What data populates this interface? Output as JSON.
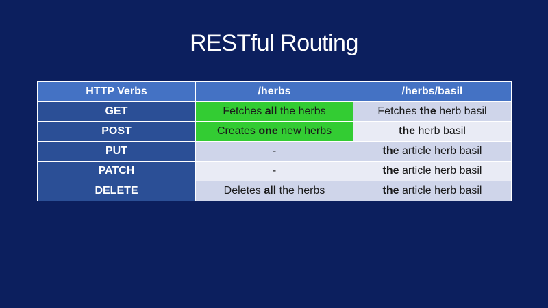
{
  "slide": {
    "title": "RESTful Routing"
  },
  "table": {
    "headers": [
      "HTTP Verbs",
      "/herbs",
      "/herbs/basil"
    ],
    "rows": [
      {
        "verb": "GET",
        "herbs": {
          "pre": "Fetches ",
          "bold": "all",
          "post": " the herbs"
        },
        "basil": {
          "pre": "Fetches ",
          "bold": "the",
          "post": " herb basil"
        }
      },
      {
        "verb": "POST",
        "herbs": {
          "pre": "Creates ",
          "bold": "one",
          "post": " new herbs"
        },
        "basil": {
          "pre": "",
          "bold": "the",
          "post": " herb basil"
        }
      },
      {
        "verb": "PUT",
        "herbs": {
          "pre": "-",
          "bold": "",
          "post": ""
        },
        "basil": {
          "pre": "",
          "bold": "the",
          "post": " article herb basil"
        }
      },
      {
        "verb": "PATCH",
        "herbs": {
          "pre": "-",
          "bold": "",
          "post": ""
        },
        "basil": {
          "pre": "",
          "bold": "the",
          "post": " article herb basil"
        }
      },
      {
        "verb": "DELETE",
        "herbs": {
          "pre": "Deletes ",
          "bold": "all",
          "post": " the herbs"
        },
        "basil": {
          "pre": "",
          "bold": "the",
          "post": " article herb basil"
        }
      }
    ]
  },
  "colors": {
    "background": "#0c1f5e",
    "header": "#4472c4",
    "verb_column": "#2b4f96",
    "highlight": "#33cc33",
    "row_odd": "#cfd5ea",
    "row_even": "#e9ebf5"
  }
}
